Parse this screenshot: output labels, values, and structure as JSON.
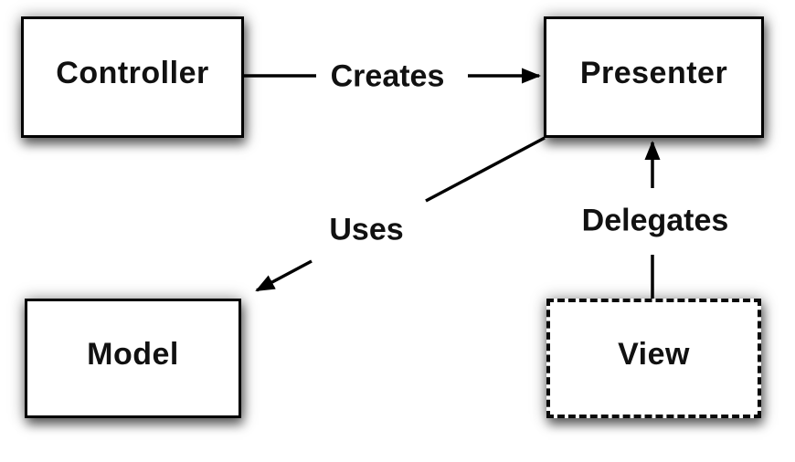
{
  "diagram": {
    "background_color": "#ffffff",
    "line_color": "#000000",
    "box_fill_color": "#ffffff",
    "text_color": "#111111",
    "nodes": {
      "controller": {
        "label": "Controller",
        "border_style": "solid"
      },
      "presenter": {
        "label": "Presenter",
        "border_style": "solid"
      },
      "model": {
        "label": "Model",
        "border_style": "solid"
      },
      "view": {
        "label": "View",
        "border_style": "dashed"
      }
    },
    "edges": {
      "creates": {
        "label": "Creates",
        "from": "controller",
        "to": "presenter",
        "arrowhead": "filled-triangle"
      },
      "uses": {
        "label": "Uses",
        "from": "presenter",
        "to": "model",
        "arrowhead": "filled-triangle"
      },
      "delegates": {
        "label": "Delegates",
        "from": "view",
        "to": "presenter",
        "arrowhead": "filled-triangle"
      }
    }
  }
}
